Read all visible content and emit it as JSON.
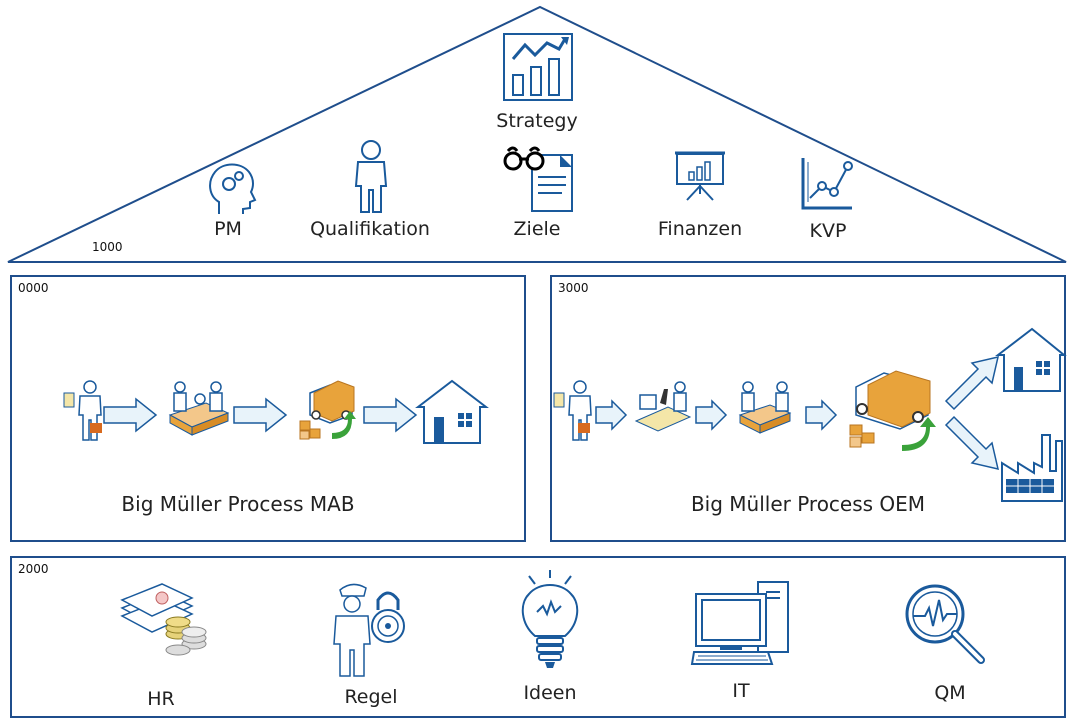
{
  "colors": {
    "accent": "#1f4e8c",
    "iconStroke": "#1a5a9c",
    "arrowFill": "#e8f3fa",
    "orange": "#e8a33b",
    "green": "#3aa23a"
  },
  "roof": {
    "code": "1000",
    "center": {
      "label": "Strategy",
      "icon": "chart-trend-icon"
    },
    "items": [
      {
        "label": "PM",
        "icon": "head-gears-icon"
      },
      {
        "label": "Qualifikation",
        "icon": "person-icon"
      },
      {
        "label": "Ziele",
        "icon": "glasses-document-icon"
      },
      {
        "label": "Finanzen",
        "icon": "presentation-board-icon"
      },
      {
        "label": "KVP",
        "icon": "line-chart-icon"
      }
    ]
  },
  "process_left": {
    "code": "0000",
    "title": "Big Müller Process MAB",
    "steps": [
      "customer-icon",
      "assembly-workers-icon",
      "delivery-truck-icon",
      "house-icon"
    ]
  },
  "process_right": {
    "code": "3000",
    "title": "Big Müller Process OEM",
    "steps": [
      "customer-icon",
      "lab-microscope-icon",
      "assembly-workers-icon",
      "delivery-truck-icon"
    ],
    "targets": [
      "house-icon",
      "factory-icon"
    ]
  },
  "support": {
    "code": "2000",
    "items": [
      {
        "label": "HR",
        "icon": "documents-coins-icon"
      },
      {
        "label": "Regel",
        "icon": "guard-lock-icon"
      },
      {
        "label": "Ideen",
        "icon": "lightbulb-icon"
      },
      {
        "label": "IT",
        "icon": "computer-icon"
      },
      {
        "label": "QM",
        "icon": "magnifier-pulse-icon"
      }
    ]
  }
}
